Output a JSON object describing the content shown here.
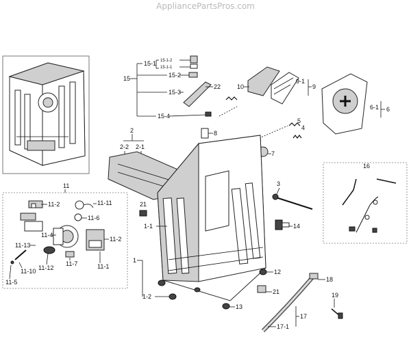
{
  "watermark": "AppliancePartsPros.com",
  "labels": {
    "l1": "1",
    "l1_1": "1-1",
    "l1_2": "1-2",
    "l2": "2",
    "l2_1": "2-1",
    "l2_2": "2-2",
    "l3": "3",
    "l4": "4",
    "l5": "5",
    "l6": "6",
    "l6_1": "6-1",
    "l7": "7",
    "l8": "8",
    "l9": "9",
    "l9_1": "9-1",
    "l10": "10",
    "l11": "11",
    "l11_1": "11-1",
    "l11_2a": "11-2",
    "l11_2b": "11-2",
    "l11_4": "11-4",
    "l11_5": "11-5",
    "l11_6": "11-6",
    "l11_7": "11-7",
    "l11_10": "11-10",
    "l11_11": "11-11",
    "l11_12": "11-12",
    "l11_13": "11-13",
    "l12": "12",
    "l13": "13",
    "l14": "14",
    "l15": "15",
    "l15_1": "15-1",
    "l15_1_2": "15-1-2",
    "l15_1_1": "15-1-1",
    "l15_2": "15-2",
    "l15_3": "15-3",
    "l15_4": "15-4",
    "l16": "16",
    "l17": "17",
    "l17_1": "17-1",
    "l18": "18",
    "l19": "19",
    "l21a": "21",
    "l21b": "21",
    "l22": "22"
  }
}
